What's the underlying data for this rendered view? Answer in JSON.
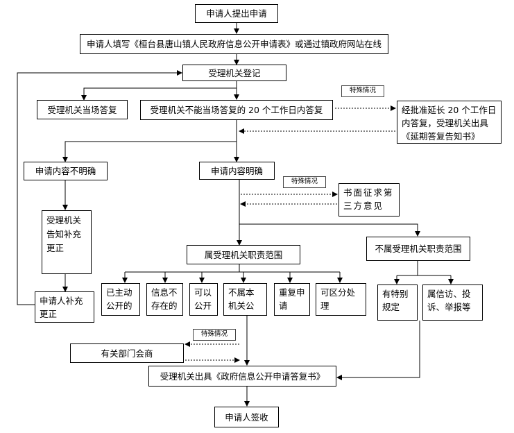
{
  "flow": {
    "n_apply": "申请人提出申请",
    "n_fill": "申请人填写《桓台县唐山镇人民政府信息公开申请表》或通过镇政府网站在线",
    "n_register": "受理机关登记",
    "n_reply_onsite": "受理机关当场答复",
    "n_reply_20": "受理机关不能当场答复的 20 个工作日内答复",
    "n_extend": "经批准延长 20 个工作日内答复，受理机关出具《延期答复告知书》",
    "n_unclear": "申请内容不明确",
    "n_clear": "申请内容明确",
    "n_notify_supplement": "受理机关告知补充更正",
    "n_applicant_supplement": "申请人补充更正",
    "n_third_party": "书面征求第三方意见",
    "n_in_scope": "属受理机关职责范围",
    "n_out_scope": "不属受理机关职责范围",
    "n_published": "已主动公开的",
    "n_not_exist": "信息不存在的",
    "n_can_open": "可以公开",
    "n_not_open": "不属本机关公开",
    "n_repeat": "重复申请",
    "n_partial": "可区分处理",
    "n_special_rule": "有特别规定",
    "n_petition": "属信访、投诉、举报等",
    "n_consult": "有关部门会商",
    "n_reply_letter": "受理机关出具《政府信息公开申请答复书》",
    "n_sign": "申请人签收",
    "special_label": "特殊情况"
  }
}
